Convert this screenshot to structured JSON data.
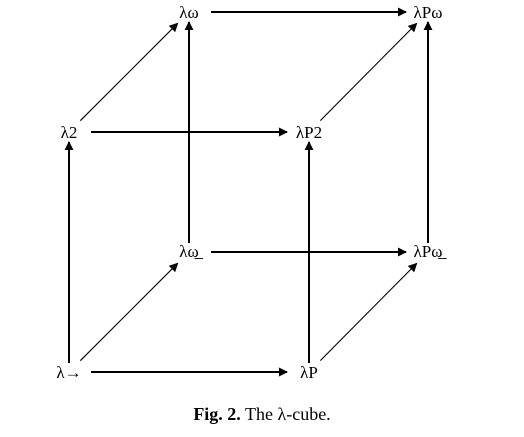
{
  "nodes": [
    {
      "id": "lambda-omega",
      "label": "λω"
    },
    {
      "id": "lambda-p-omega",
      "label": "λPω"
    },
    {
      "id": "lambda-2",
      "label": "λ2"
    },
    {
      "id": "lambda-p2",
      "label": "λP2"
    },
    {
      "id": "lambda-omega-underline",
      "label": "λω̲"
    },
    {
      "id": "lambda-p-omega-underline",
      "label": "λPω̲"
    },
    {
      "id": "lambda-arrow",
      "label": "λ→"
    },
    {
      "id": "lambda-p",
      "label": "λP"
    }
  ],
  "edges": [
    {
      "from": "lambda-arrow",
      "to": "lambda-p"
    },
    {
      "from": "lambda-arrow",
      "to": "lambda-2"
    },
    {
      "from": "lambda-arrow",
      "to": "lambda-omega-underline"
    },
    {
      "from": "lambda-p",
      "to": "lambda-p2"
    },
    {
      "from": "lambda-p",
      "to": "lambda-p-omega-underline"
    },
    {
      "from": "lambda-2",
      "to": "lambda-p2"
    },
    {
      "from": "lambda-2",
      "to": "lambda-omega"
    },
    {
      "from": "lambda-omega-underline",
      "to": "lambda-omega"
    },
    {
      "from": "lambda-omega-underline",
      "to": "lambda-p-omega-underline"
    },
    {
      "from": "lambda-p2",
      "to": "lambda-p-omega"
    },
    {
      "from": "lambda-p-omega-underline",
      "to": "lambda-p-omega"
    },
    {
      "from": "lambda-omega",
      "to": "lambda-p-omega"
    }
  ],
  "caption": {
    "label": "Fig. 2.",
    "text": "The λ-cube."
  }
}
